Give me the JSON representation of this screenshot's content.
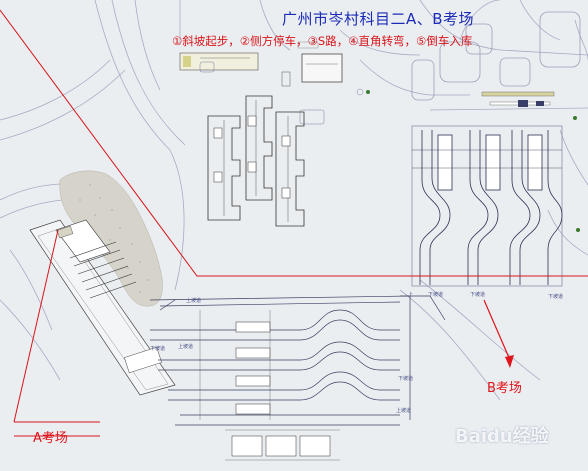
{
  "map": {
    "title": "广州市岑村科目二A、B考场",
    "subtitle": "①斜坡起步，②侧方停车，③S路，④直角转弯，⑤倒车入库",
    "label_a": "A考场",
    "label_b": "B考场",
    "watermark": "Baidu经验"
  },
  "colors": {
    "background": "#ebeef1",
    "road_outline": "#9aa0b8",
    "drawing_lines": "#40436e",
    "red_boundary": "#d8141a",
    "title_blue": "#1b2bb8",
    "gravel_area": "#d6d3ca"
  }
}
